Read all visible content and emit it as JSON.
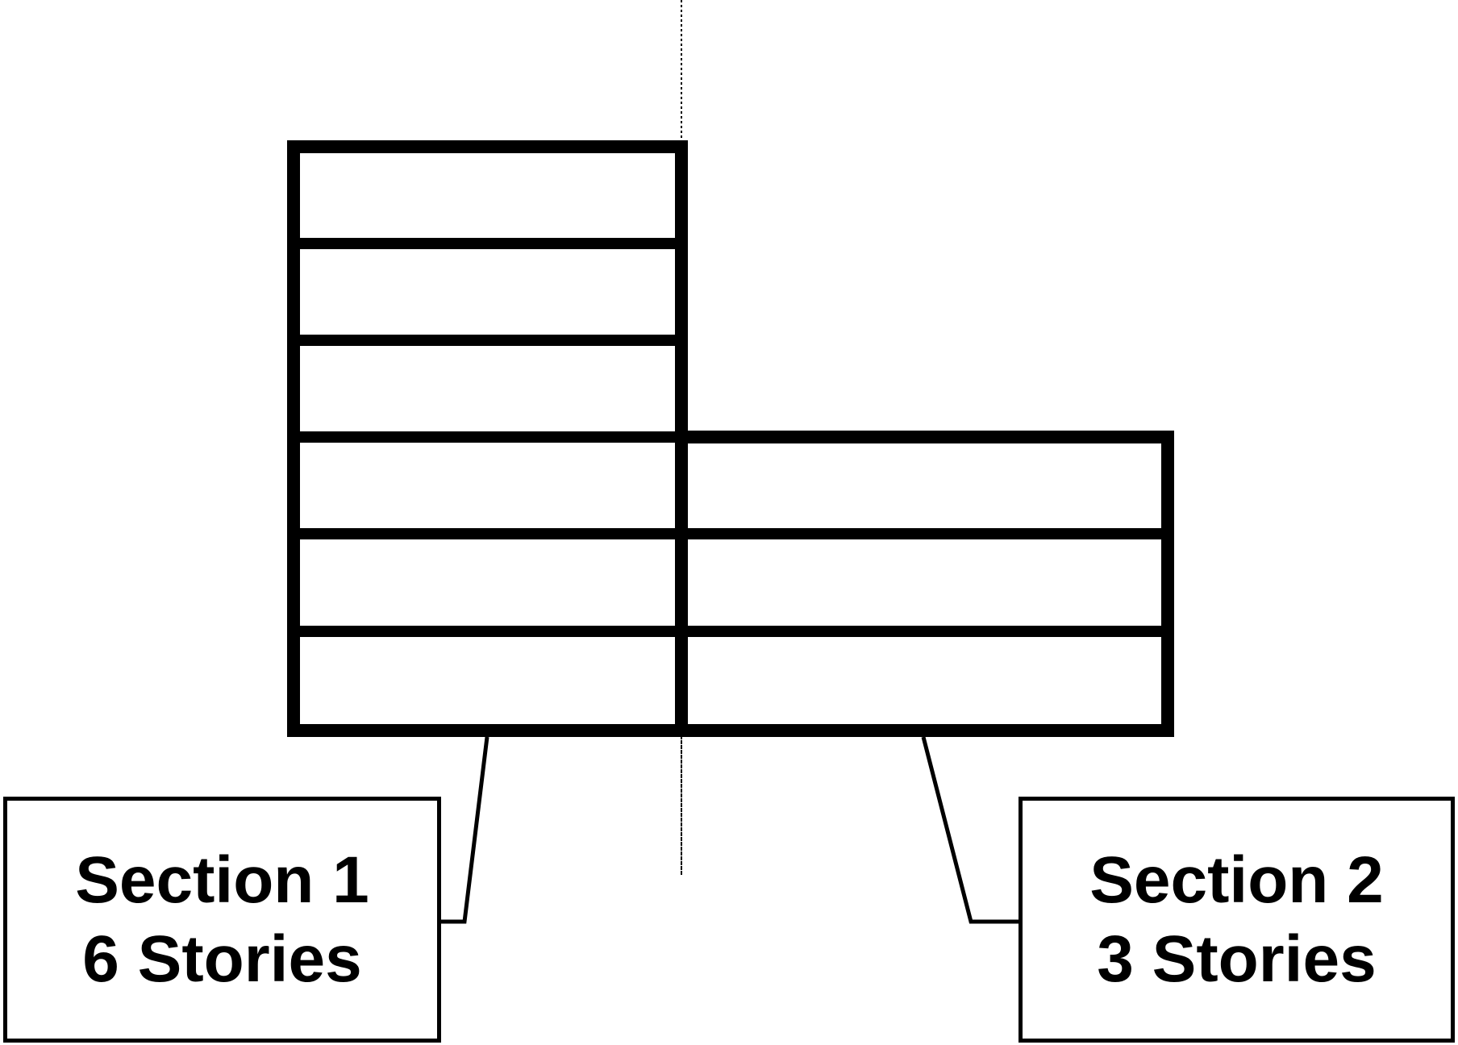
{
  "sections": [
    {
      "title": "Section 1",
      "stories_label": "6 Stories",
      "stories": 6
    },
    {
      "title": "Section 2",
      "stories_label": "3 Stories",
      "stories": 3
    }
  ],
  "colors": {
    "line": "#000000",
    "background": "#ffffff"
  }
}
